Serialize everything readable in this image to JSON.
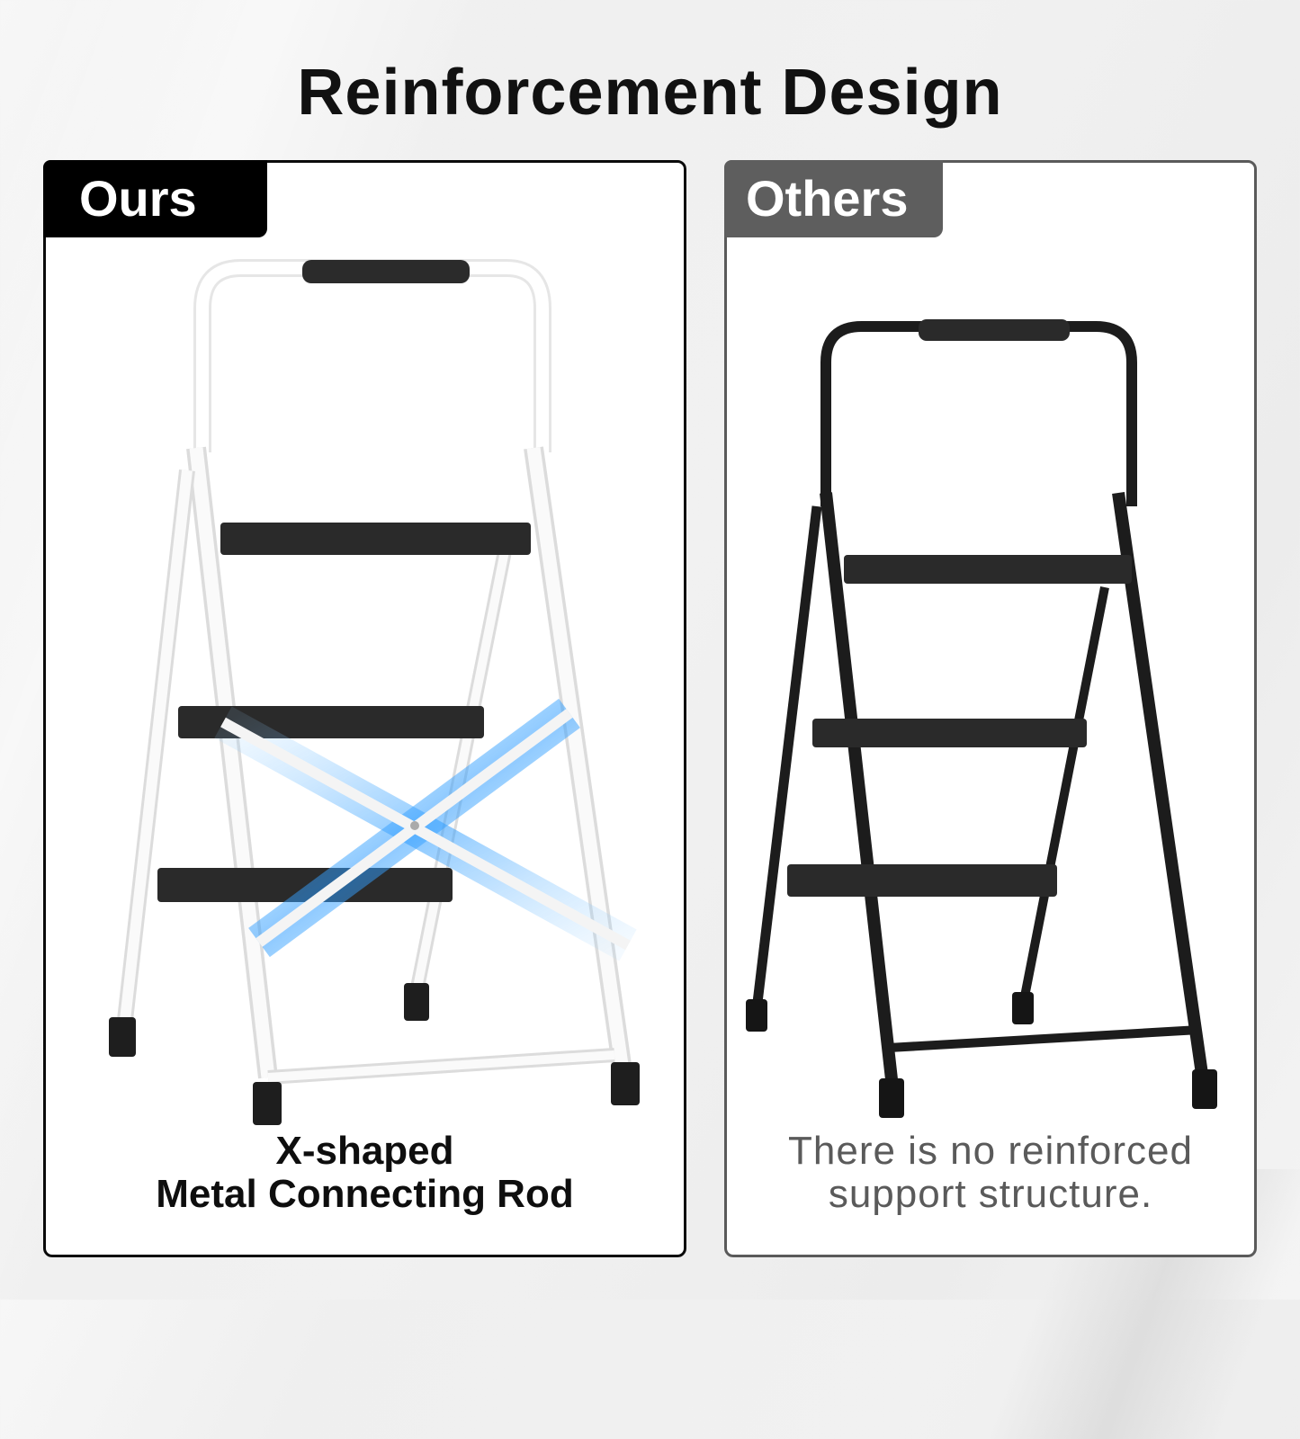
{
  "header": {
    "title": "Reinforcement Design"
  },
  "panels": {
    "ours": {
      "tag": "Ours",
      "caption_line1": "X-shaped",
      "caption_line2": "Metal Connecting Rod",
      "image": "white-3-step-ladder-with-x-brace",
      "frame_color": "#000000"
    },
    "others": {
      "tag": "Others",
      "caption_line1": "There is no reinforced",
      "caption_line2": "support structure.",
      "image": "black-3-step-ladder-no-brace",
      "frame_color": "#5e5e5e"
    }
  },
  "colors": {
    "accent_highlight": "#3aa0ff",
    "text_dark": "#111111",
    "text_gray": "#5a5a5a"
  }
}
